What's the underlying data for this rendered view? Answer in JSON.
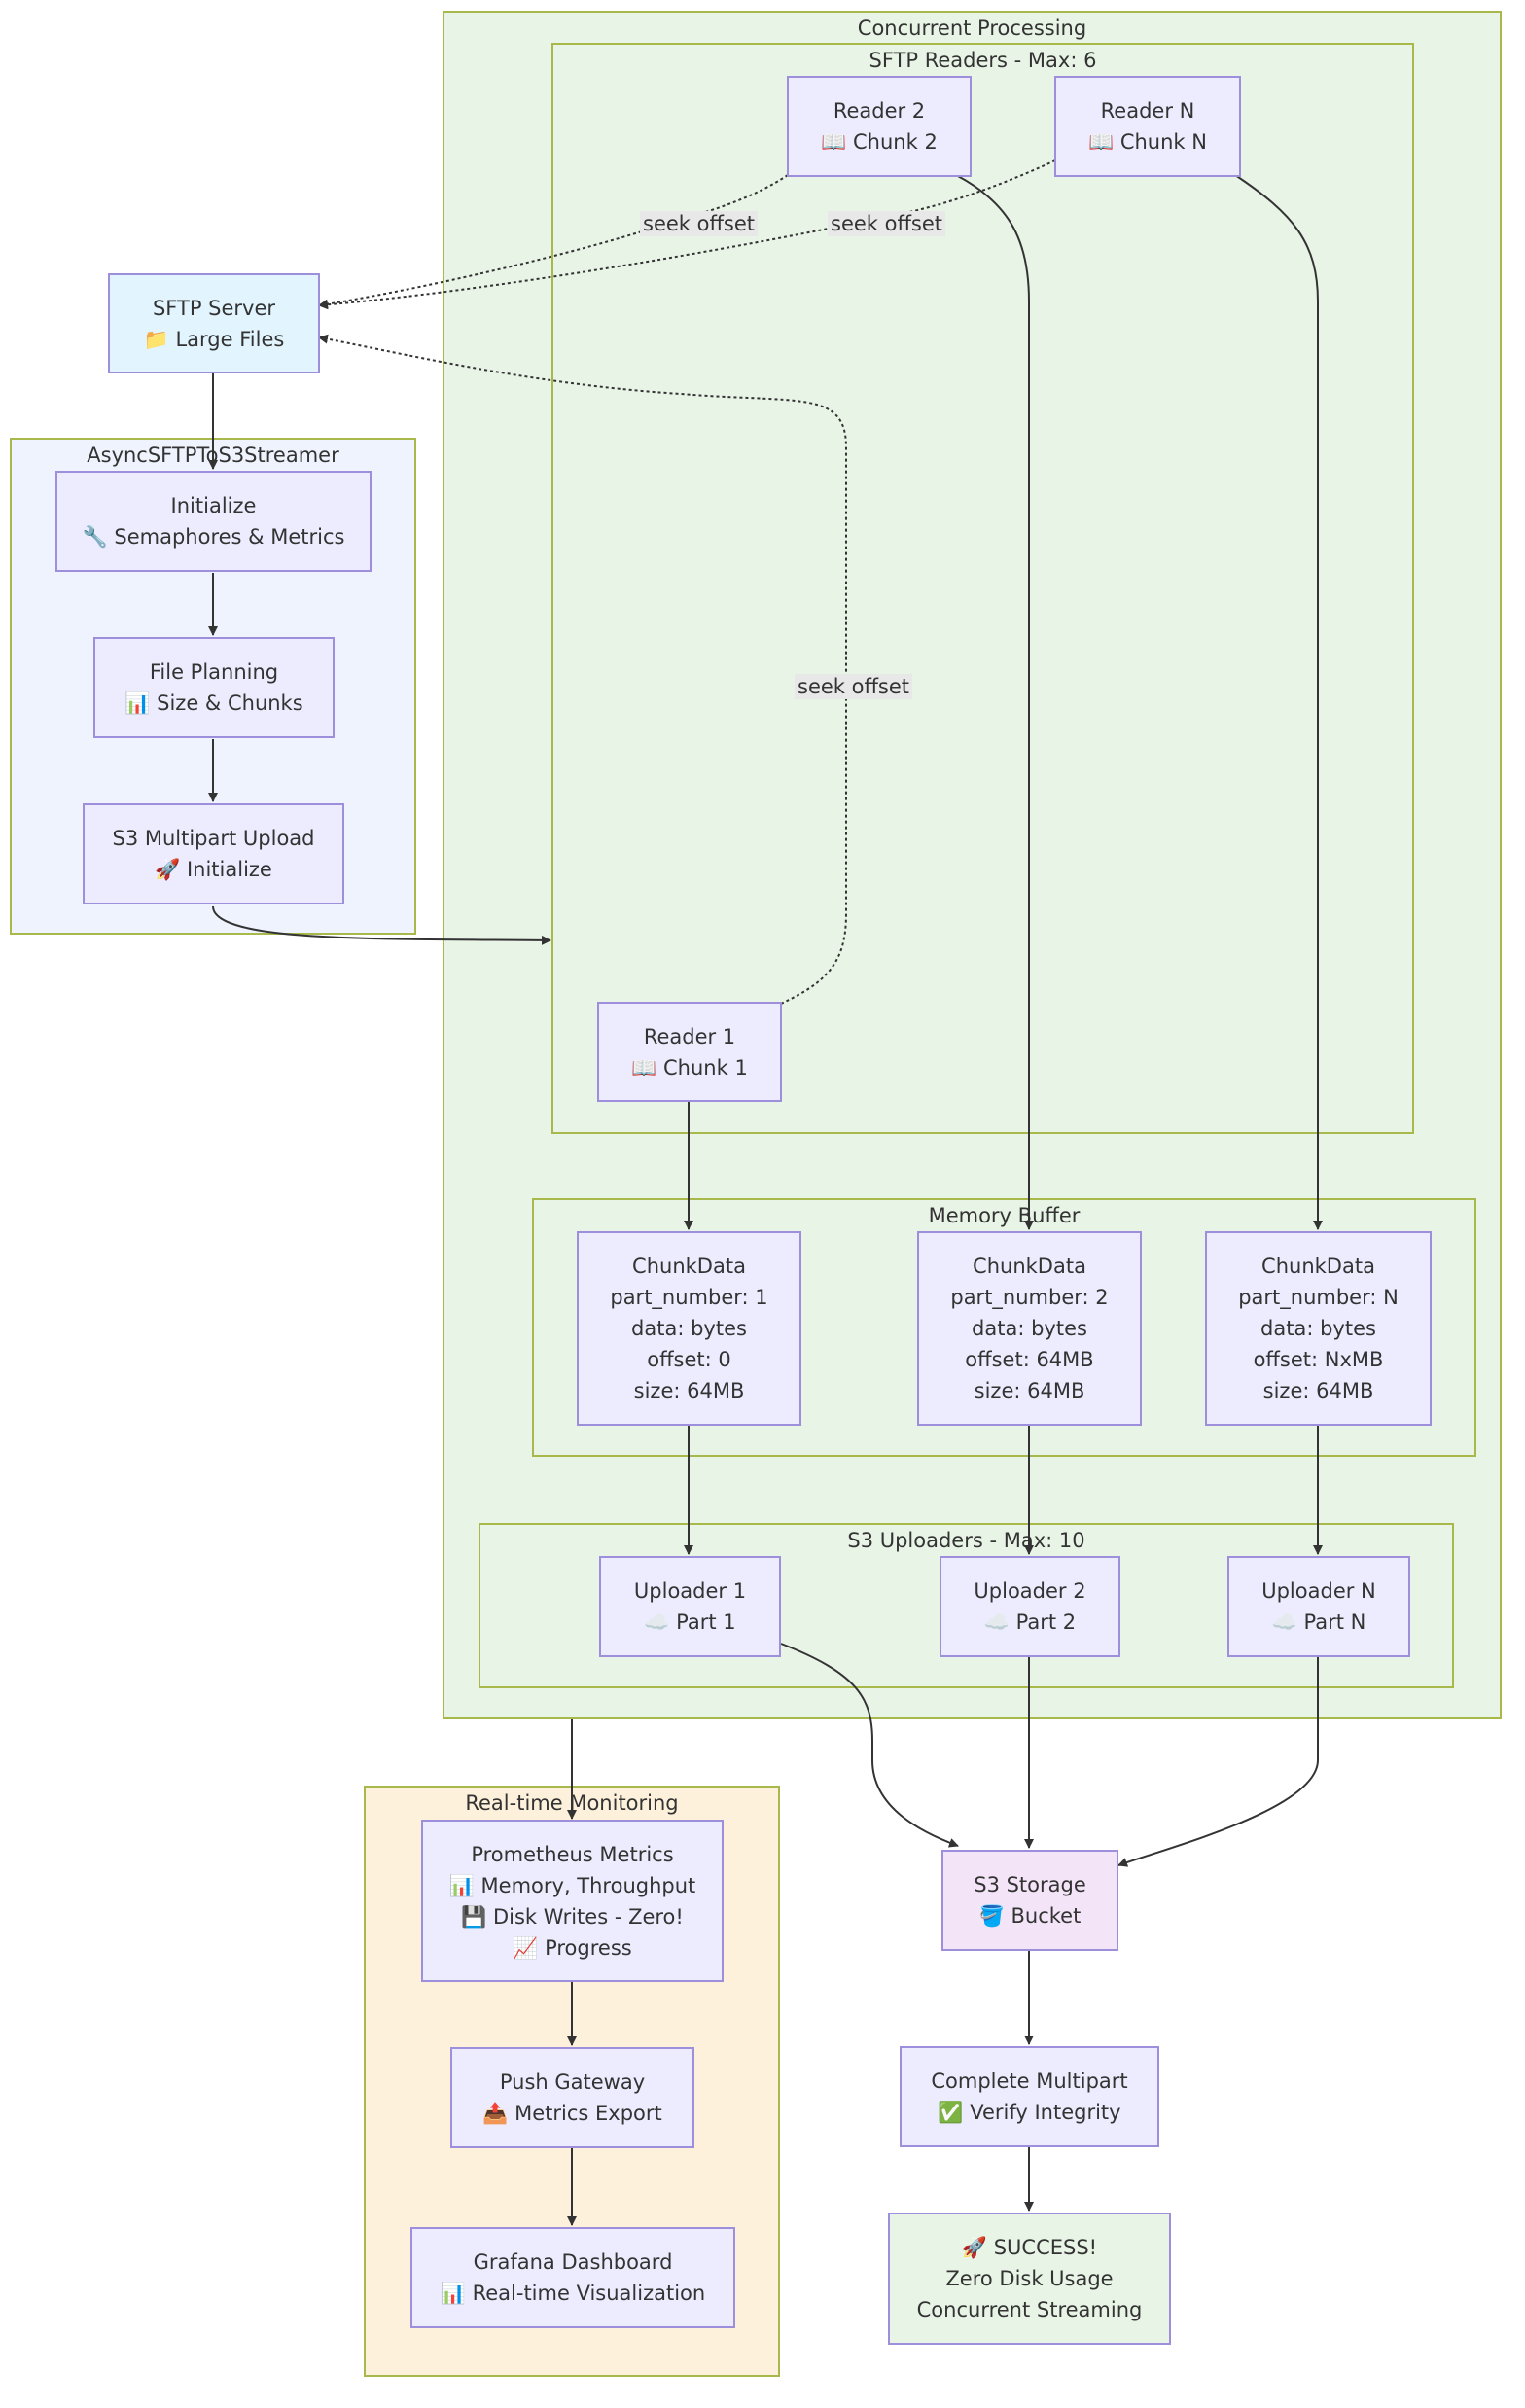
{
  "groups": {
    "concurrent": "Concurrent Processing",
    "readers": "SFTP Readers - Max: 6",
    "streamer": "AsyncSFTPToS3Streamer",
    "buffer": "Memory Buffer",
    "uploaders": "S3 Uploaders - Max: 10",
    "monitoring": "Real-time Monitoring"
  },
  "nodes": {
    "sftp_server": [
      "SFTP Server",
      "📁 Large Files"
    ],
    "initialize": [
      "Initialize",
      "🔧 Semaphores & Metrics"
    ],
    "file_planning": [
      "File Planning",
      "📊 Size & Chunks"
    ],
    "s3_multipart": [
      "S3 Multipart Upload",
      "🚀 Initialize"
    ],
    "reader1": [
      "Reader 1",
      "📖 Chunk 1"
    ],
    "reader2": [
      "Reader 2",
      "📖 Chunk 2"
    ],
    "readerN": [
      "Reader N",
      "📖 Chunk N"
    ],
    "chunk1": [
      "ChunkData",
      "part_number: 1",
      "data: bytes",
      "offset: 0",
      "size: 64MB"
    ],
    "chunk2": [
      "ChunkData",
      "part_number: 2",
      "data: bytes",
      "offset: 64MB",
      "size: 64MB"
    ],
    "chunkN": [
      "ChunkData",
      "part_number: N",
      "data: bytes",
      "offset: NxMB",
      "size: 64MB"
    ],
    "uploader1": [
      "Uploader 1",
      "☁️ Part 1"
    ],
    "uploader2": [
      "Uploader 2",
      "☁️ Part 2"
    ],
    "uploaderN": [
      "Uploader N",
      "☁️ Part N"
    ],
    "prometheus": [
      "Prometheus Metrics",
      "📊 Memory, Throughput",
      "💾 Disk Writes - Zero!",
      "📈 Progress"
    ],
    "push_gateway": [
      "Push Gateway",
      "📤 Metrics Export"
    ],
    "grafana": [
      "Grafana Dashboard",
      "📊 Real-time Visualization"
    ],
    "s3_storage": [
      "S3 Storage",
      "🪣 Bucket"
    ],
    "complete": [
      "Complete Multipart",
      "✅ Verify Integrity"
    ],
    "success": [
      "🚀 SUCCESS!",
      "Zero Disk Usage",
      "Concurrent Streaming"
    ]
  },
  "edge_labels": {
    "reader2_seek": "seek offset",
    "readerN_seek": "seek offset",
    "reader1_seek": "seek offset"
  },
  "colors": {
    "group_border": "#a9b84a",
    "node_border": "#9e8fdc",
    "node_fill": "#ececfe",
    "edge": "#333333"
  }
}
